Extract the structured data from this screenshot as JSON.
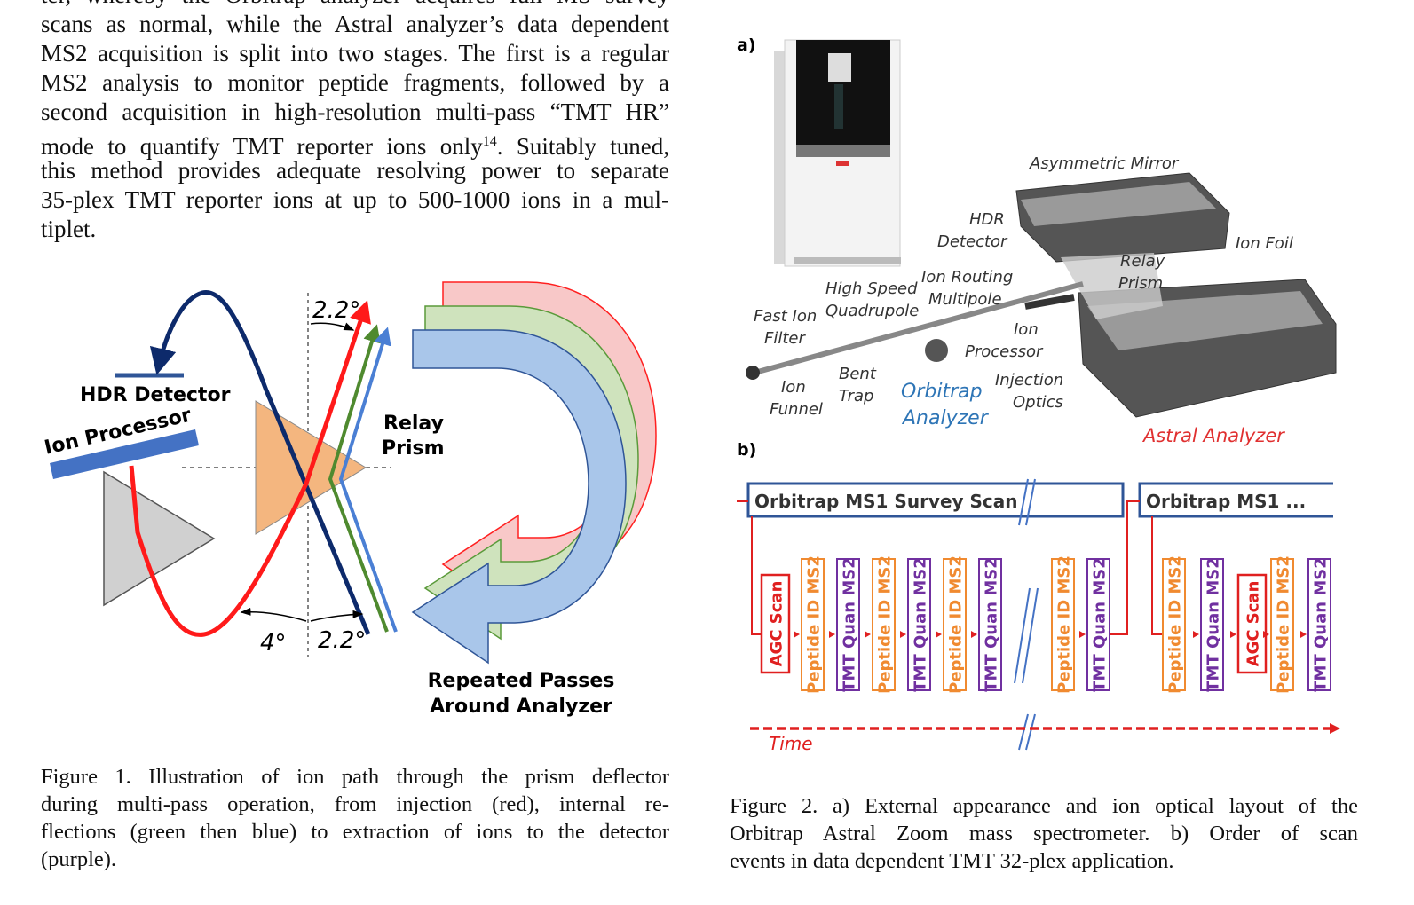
{
  "body_text": {
    "lines": [
      "ter, whereby the Orbitrap analyzer acquires full MS survey",
      "scans as normal, while the Astral analyzer’s data dependent",
      "MS2 acquisition is split into two stages. The first is a regular",
      "MS2 analysis to monitor peptide fragments, followed by a",
      "second acquisition in high-resolution multi-pass “TMT HR”",
      "mode to quantify TMT reporter ions only",
      "14",
      ". Suitably tuned,",
      "this method provides adequate resolving power to separate",
      "35-plex TMT reporter ions at up to 500-1000 ions in a mul-",
      "tiplet."
    ]
  },
  "figure1": {
    "labels": {
      "angle_top": "2.2°",
      "angle_left": "4°",
      "angle_right": "2.2°",
      "hdr_detector": "HDR Detector",
      "ion_processor": "Ion Processor",
      "relay_prism_1": "Relay",
      "relay_prism_2": "Prism",
      "repeated_1": "Repeated Passes",
      "repeated_2": "Around Analyzer"
    },
    "caption": [
      "Figure 1. Illustration of ion path through the prism deflector",
      "during multi-pass operation, from injection (red), internal re-",
      "flections (green then blue) to extraction of ions to the detector",
      "(purple)."
    ]
  },
  "figure2": {
    "panel_a": "a)",
    "panel_b": "b)",
    "a_labels": {
      "asymmetric_mirror": "Asymmetric Mirror",
      "hdr_1": "HDR",
      "hdr_2": "Detector",
      "ion_foil": "Ion Foil",
      "relay_1": "Relay",
      "relay_2": "Prism",
      "ion_routing_1": "Ion Routing",
      "ion_routing_2": "Multipole",
      "hsq_1": "High Speed",
      "hsq_2": "Quadrupole",
      "fast_1": "Fast Ion",
      "fast_2": "Filter",
      "ion_proc_1": "Ion",
      "ion_proc_2": "Processor",
      "bent_1": "Bent",
      "bent_2": "Trap",
      "funnel_1": "Ion",
      "funnel_2": "Funnel",
      "orbitrap_1": "Orbitrap",
      "orbitrap_2": "Analyzer",
      "inj_1": "Injection",
      "inj_2": "Optics",
      "astral": "Astral Analyzer"
    },
    "b_labels": {
      "ms1_survey": "Orbitrap MS1 Survey Scan",
      "ms1_next": "Orbitrap MS1 ...",
      "time": "Time",
      "scans": [
        "AGC Scan",
        "Peptide ID MS2",
        "TMT Quan MS2",
        "Peptide ID MS2",
        "TMT Quan MS2",
        "Peptide ID MS2",
        "TMT Quan MS2",
        "Peptide ID MS2",
        "TMT Quan MS2",
        "Peptide ID MS2",
        "TMT Quan MS2",
        "AGC Scan",
        "Peptide ID MS2",
        "TMT Quan MS2"
      ]
    },
    "colors": {
      "agc": "#e02020",
      "peptide": "#f08a30",
      "tmt": "#7030a0",
      "ms1": "#2f5597",
      "arrow": "#e02020",
      "orbitrap_label": "#2e75b6",
      "astral_label": "#e03030"
    },
    "caption": [
      "Figure 2. a) External appearance and ion optical layout of the",
      "Orbitrap Astral Zoom mass spectrometer. b) Order of scan",
      "events in data dependent TMT 32-plex application."
    ]
  }
}
